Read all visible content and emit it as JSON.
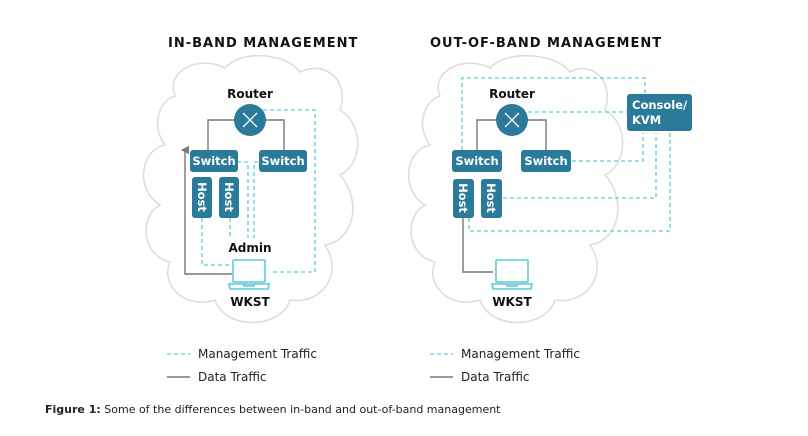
{
  "in_band": {
    "title": "IN-BAND MANAGEMENT",
    "router": "Router",
    "switch_left": "Switch",
    "switch_right": "Switch",
    "host_1": "Host",
    "host_2": "Host",
    "admin": "Admin",
    "wkst": "WKST"
  },
  "out_of_band": {
    "title": "OUT-OF-BAND MANAGEMENT",
    "router": "Router",
    "switch_left": "Switch",
    "switch_right": "Switch",
    "host_1": "Host",
    "host_2": "Host",
    "console_line1": "Console/",
    "console_line2": "KVM",
    "wkst": "WKST"
  },
  "legend": {
    "management": "Management Traffic",
    "data": "Data Traffic"
  },
  "caption": {
    "label": "Figure 1:",
    "text": " Some of the differences between in-band and out-of-band management"
  },
  "colors": {
    "node": "#2b7a99",
    "management_line": "#5fc9d6",
    "data_line": "#777777"
  }
}
